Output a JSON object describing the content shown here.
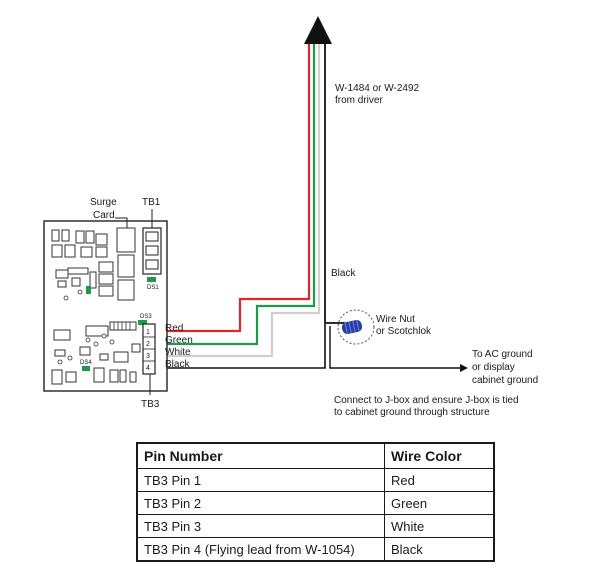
{
  "labels": {
    "cable": [
      "W-1484 or W-2492",
      "from driver"
    ],
    "surge_card": [
      "Surge",
      "Card"
    ],
    "tb1": "TB1",
    "tb3": "TB3",
    "ds3": "DS3",
    "ds1": "DS1",
    "ds4": "DS4",
    "wire_red": "Red",
    "wire_green": "Green",
    "wire_white": "White",
    "wire_black": "Black",
    "black_lead": "Black",
    "wire_nut": [
      "Wire Nut",
      "or Scotchlok"
    ],
    "ac_ground": [
      "To AC ground",
      "or display",
      "cabinet ground"
    ],
    "jbox_note": [
      "Connect to J-box and ensure J-box is tied",
      "to cabinet ground through structure"
    ],
    "tb3_pins": [
      "1",
      "2",
      "3",
      "4"
    ]
  },
  "colors": {
    "red": "#e0262b",
    "green": "#1f9a4a",
    "white_wire": "#cfcfcf",
    "black": "#111111",
    "wire_nut": "#2b3ea8"
  },
  "table": {
    "headers": [
      "Pin Number",
      "Wire Color"
    ],
    "rows": [
      [
        "TB3 Pin 1",
        "Red"
      ],
      [
        "TB3 Pin 2",
        "Green"
      ],
      [
        "TB3 Pin 3",
        "White"
      ],
      [
        "TB3 Pin 4 (Flying lead from W-1054)",
        "Black"
      ]
    ]
  }
}
